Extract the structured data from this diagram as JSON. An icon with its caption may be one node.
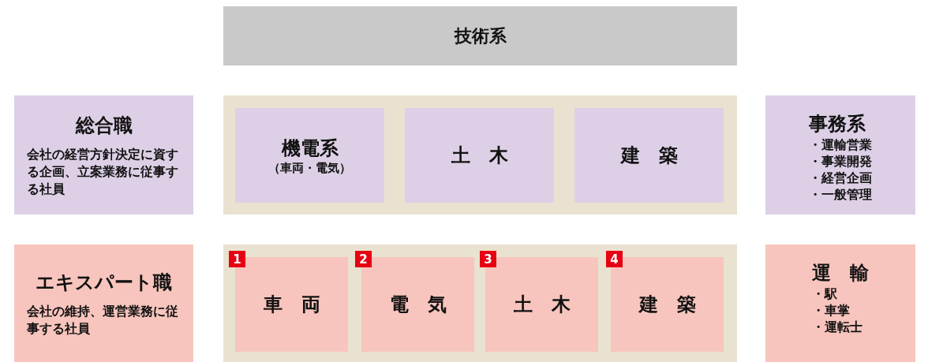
{
  "diagram": {
    "nodes": [
      {
        "text": [
          "技術系"
        ]
      },
      {
        "text": [
          "総合職",
          "会社の経営方針決定に資する企画、立案業務に従事する社員"
        ]
      },
      {
        "text": [],
        "shape": "box"
      },
      {
        "text": [
          "機電系",
          "（車両・電気）"
        ],
        "in": 2
      },
      {
        "text": [
          "土　木"
        ],
        "in": 2
      },
      {
        "text": [
          "建　築"
        ],
        "in": 2
      },
      {
        "text": [
          "事務系",
          "・運輸営業",
          "・事業開発",
          "・経営企画",
          "・一般管理"
        ]
      },
      {
        "text": [
          "エキスパート職",
          "会社の維持、運営業務に従事する社員"
        ]
      },
      {
        "text": [],
        "shape": "box"
      },
      {
        "text": [
          "1"
        ],
        "in": 8
      },
      {
        "text": [
          "車　両"
        ],
        "in": 8
      },
      {
        "text": [
          "2"
        ],
        "in": 8
      },
      {
        "text": [
          "電　気"
        ],
        "in": 8
      },
      {
        "text": [
          "3"
        ],
        "in": 8
      },
      {
        "text": [
          "土　木"
        ],
        "in": 8
      },
      {
        "text": [
          "4"
        ],
        "in": 8
      },
      {
        "text": [
          "建　築"
        ],
        "in": 8
      },
      {
        "text": [
          "運　輸",
          "・駅",
          "・車掌",
          "・運転士"
        ]
      }
    ],
    "edges": []
  }
}
